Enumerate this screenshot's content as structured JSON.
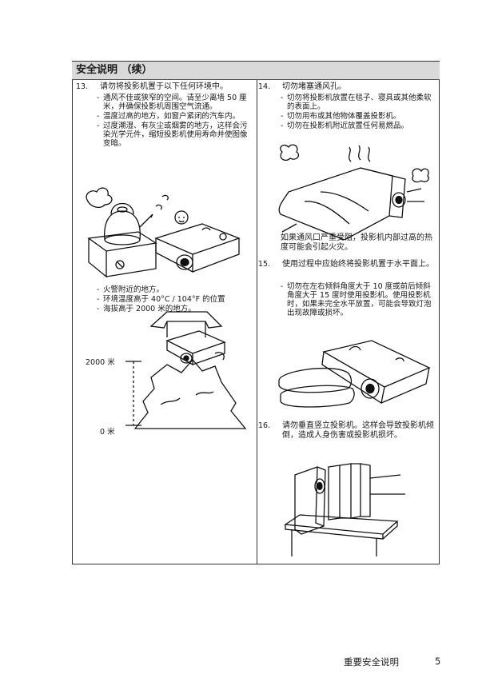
{
  "section_header": "安全说明 （续）",
  "left": {
    "item13": {
      "num": "13.",
      "text": "请勿将投影机置于以下任何环境中。",
      "subs": [
        "通风不佳或狭窄的空间。请至少离墙 50 厘米，并确保投影机周围空气流通。",
        "温度过高的地方，如窗户紧闭的汽车内。",
        "过度潮湿、有灰尘或烟雾的地方，这样会污染光学元件，缩短投影机使用寿命并使图像变暗。"
      ],
      "subs2": [
        "火警附近的地方。",
        "环境温度高于 40°C / 104°F 的位置",
        "海拔高于 2000 米的地方。"
      ],
      "altitude_high": "2000 米",
      "altitude_low": "0 米"
    }
  },
  "right": {
    "item14": {
      "num": "14.",
      "text": "切勿堵塞通风孔。",
      "subs": [
        "切勿将投影机放置在毯子、寝具或其他柔软的表面上。",
        "切勿用布或其他物体覆盖投影机。",
        "切勿在投影机附近放置任何易燃品。"
      ],
      "note": "如果通风口严重受阻，投影机内部过高的热度可能会引起火灾。"
    },
    "item15": {
      "num": "15.",
      "text": "使用过程中应始终将投影机置于水平面上。",
      "subs": [
        "切勿在左右倾斜角度大于 10 度或前后倾斜角度大于 15 度时使用投影机。使用投影机时，如果未完全水平放置，可能会导致灯泡出现故障或损坏。"
      ]
    },
    "item16": {
      "num": "16.",
      "text": "请勿垂直竖立投影机。这样会导致投影机倾倒，造成人身伤害或投影机损坏。"
    }
  },
  "footer": {
    "title": "重要安全说明",
    "page": "5"
  }
}
